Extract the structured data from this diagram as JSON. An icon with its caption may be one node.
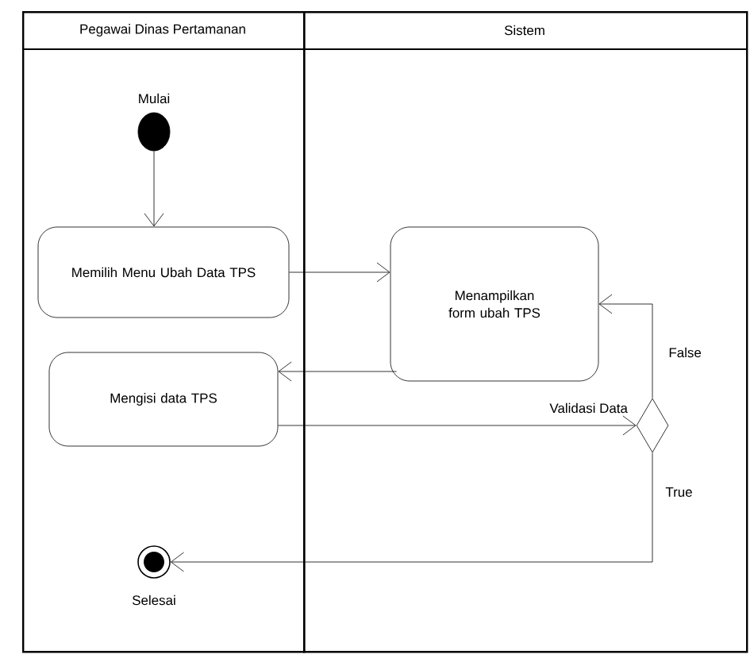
{
  "diagram": {
    "nodes": [
      {
        "text": [
          "Pegawai Dinas Pertamanan"
        ]
      },
      {
        "text": [
          "Sistem"
        ]
      },
      {
        "text": [],
        "shape": "circle",
        "beside": [
          "Mulai"
        ],
        "in": 0
      },
      {
        "text": [
          "Memilih Menu Ubah Data TPS"
        ],
        "in": 0
      },
      {
        "text": [
          "Menampilkan form ubah TPS"
        ],
        "in": 1
      },
      {
        "text": [
          "Mengisi data TPS"
        ],
        "in": 0
      },
      {
        "text": [],
        "shape": "diamond",
        "in": 1
      },
      {
        "text": [],
        "shape": "bullseye",
        "beside": [
          "Selesai"
        ],
        "in": 0
      }
    ],
    "edges": [
      {
        "from": 2,
        "to": 3,
        "arrow": "to"
      },
      {
        "from": 3,
        "to": 4,
        "arrow": "to"
      },
      {
        "from": 4,
        "to": 5,
        "arrow": "to"
      },
      {
        "from": 5,
        "to": 6,
        "arrow": "to",
        "label": "Validasi Data"
      },
      {
        "from": 6,
        "to": 4,
        "arrow": "to",
        "label": "False"
      },
      {
        "from": 6,
        "to": 7,
        "arrow": "to",
        "label": "True"
      }
    ]
  }
}
